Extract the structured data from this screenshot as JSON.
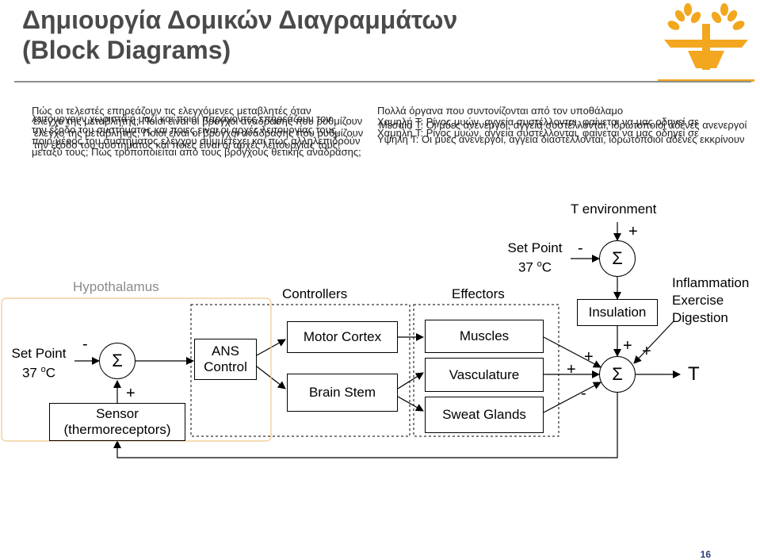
{
  "slide": {
    "title_line1": "Δημιουργία Δομικών Διαγραμμάτων",
    "title_line2": "(Block Diagrams)",
    "page_number": "16"
  },
  "overlapping_text": {
    "left": [
      "Πώς οι τελεστές επηρεάζουν τις ελεγχόμενες μεταβλητές όταν",
      "λειτουργούν χωριστά ή μαζί και ποιοι παράγοντες επηρεάζουν τον",
      "έλεγχο της μεταβλητής; Ποιοι είναι οι βρόγχοι ανάδρασης που ρυθμίζουν",
      "την έξοδο του συστήματος και ποιες είναι οι αρχές λειτουργίας τους,",
      "ποιο μέρος του συστήματος ελέγχου συμμετέχει και πώς αλληλεπιδρούν",
      "μεταξύ τους; Πώς τροποποιείται από τους βρόγχους θετικής ανάδρασης;"
    ],
    "right": [
      "Πολλά όργανα που συντονίζονται από τον υποθάλαμο",
      "Χαμηλή Τ: Ρίγος μυών, αγγεία συστέλλονται, φαίνεται να μας οδηγεί σε",
      "Μεσαία Τ: Οι μύες ανενεργοί, αγγεία συστέλλονται, ιδρωτοποιοί αδένες ανενεργοί",
      "Υψηλή Τ: Οι μύες ανενεργοί, αγγεία διαστέλλονται, ιδρωτοποιοί αδένες εκκρίνουν"
    ]
  },
  "diagram": {
    "hypothalamus_label": "Hypothalamus",
    "setpoint_left": {
      "line1": "Set Point",
      "line2_base": "37 ",
      "line2_sup": "o",
      "line2_unit": "C"
    },
    "setpoint_right": {
      "line1": "Set Point",
      "line2_base": "37 ",
      "line2_sup": "o",
      "line2_unit": "C"
    },
    "sum_symbol": "Σ",
    "sensor": {
      "line1": "Sensor",
      "line2": "(thermoreceptors)"
    },
    "ans_control": {
      "line1": "ANS",
      "line2": "Control"
    },
    "controllers_label": "Controllers",
    "motor_cortex": "Motor Cortex",
    "brain_stem": "Brain Stem",
    "effectors_label": "Effectors",
    "muscles": "Muscles",
    "vasculature": "Vasculature",
    "sweat_glands": "Sweat Glands",
    "t_environment": "T environment",
    "insulation": "Insulation",
    "disturbances": [
      "Inflammation",
      "Exercise",
      "Digestion"
    ],
    "output_label": "T",
    "plus": "+",
    "minus": "-"
  },
  "colors": {
    "title": "#4a4a4a",
    "hypothalamus": "#8a8a8a",
    "hypothalamus_border": "#f2c68a",
    "page_number": "#2a3d7a",
    "logo_gold": "#f2a71e"
  }
}
